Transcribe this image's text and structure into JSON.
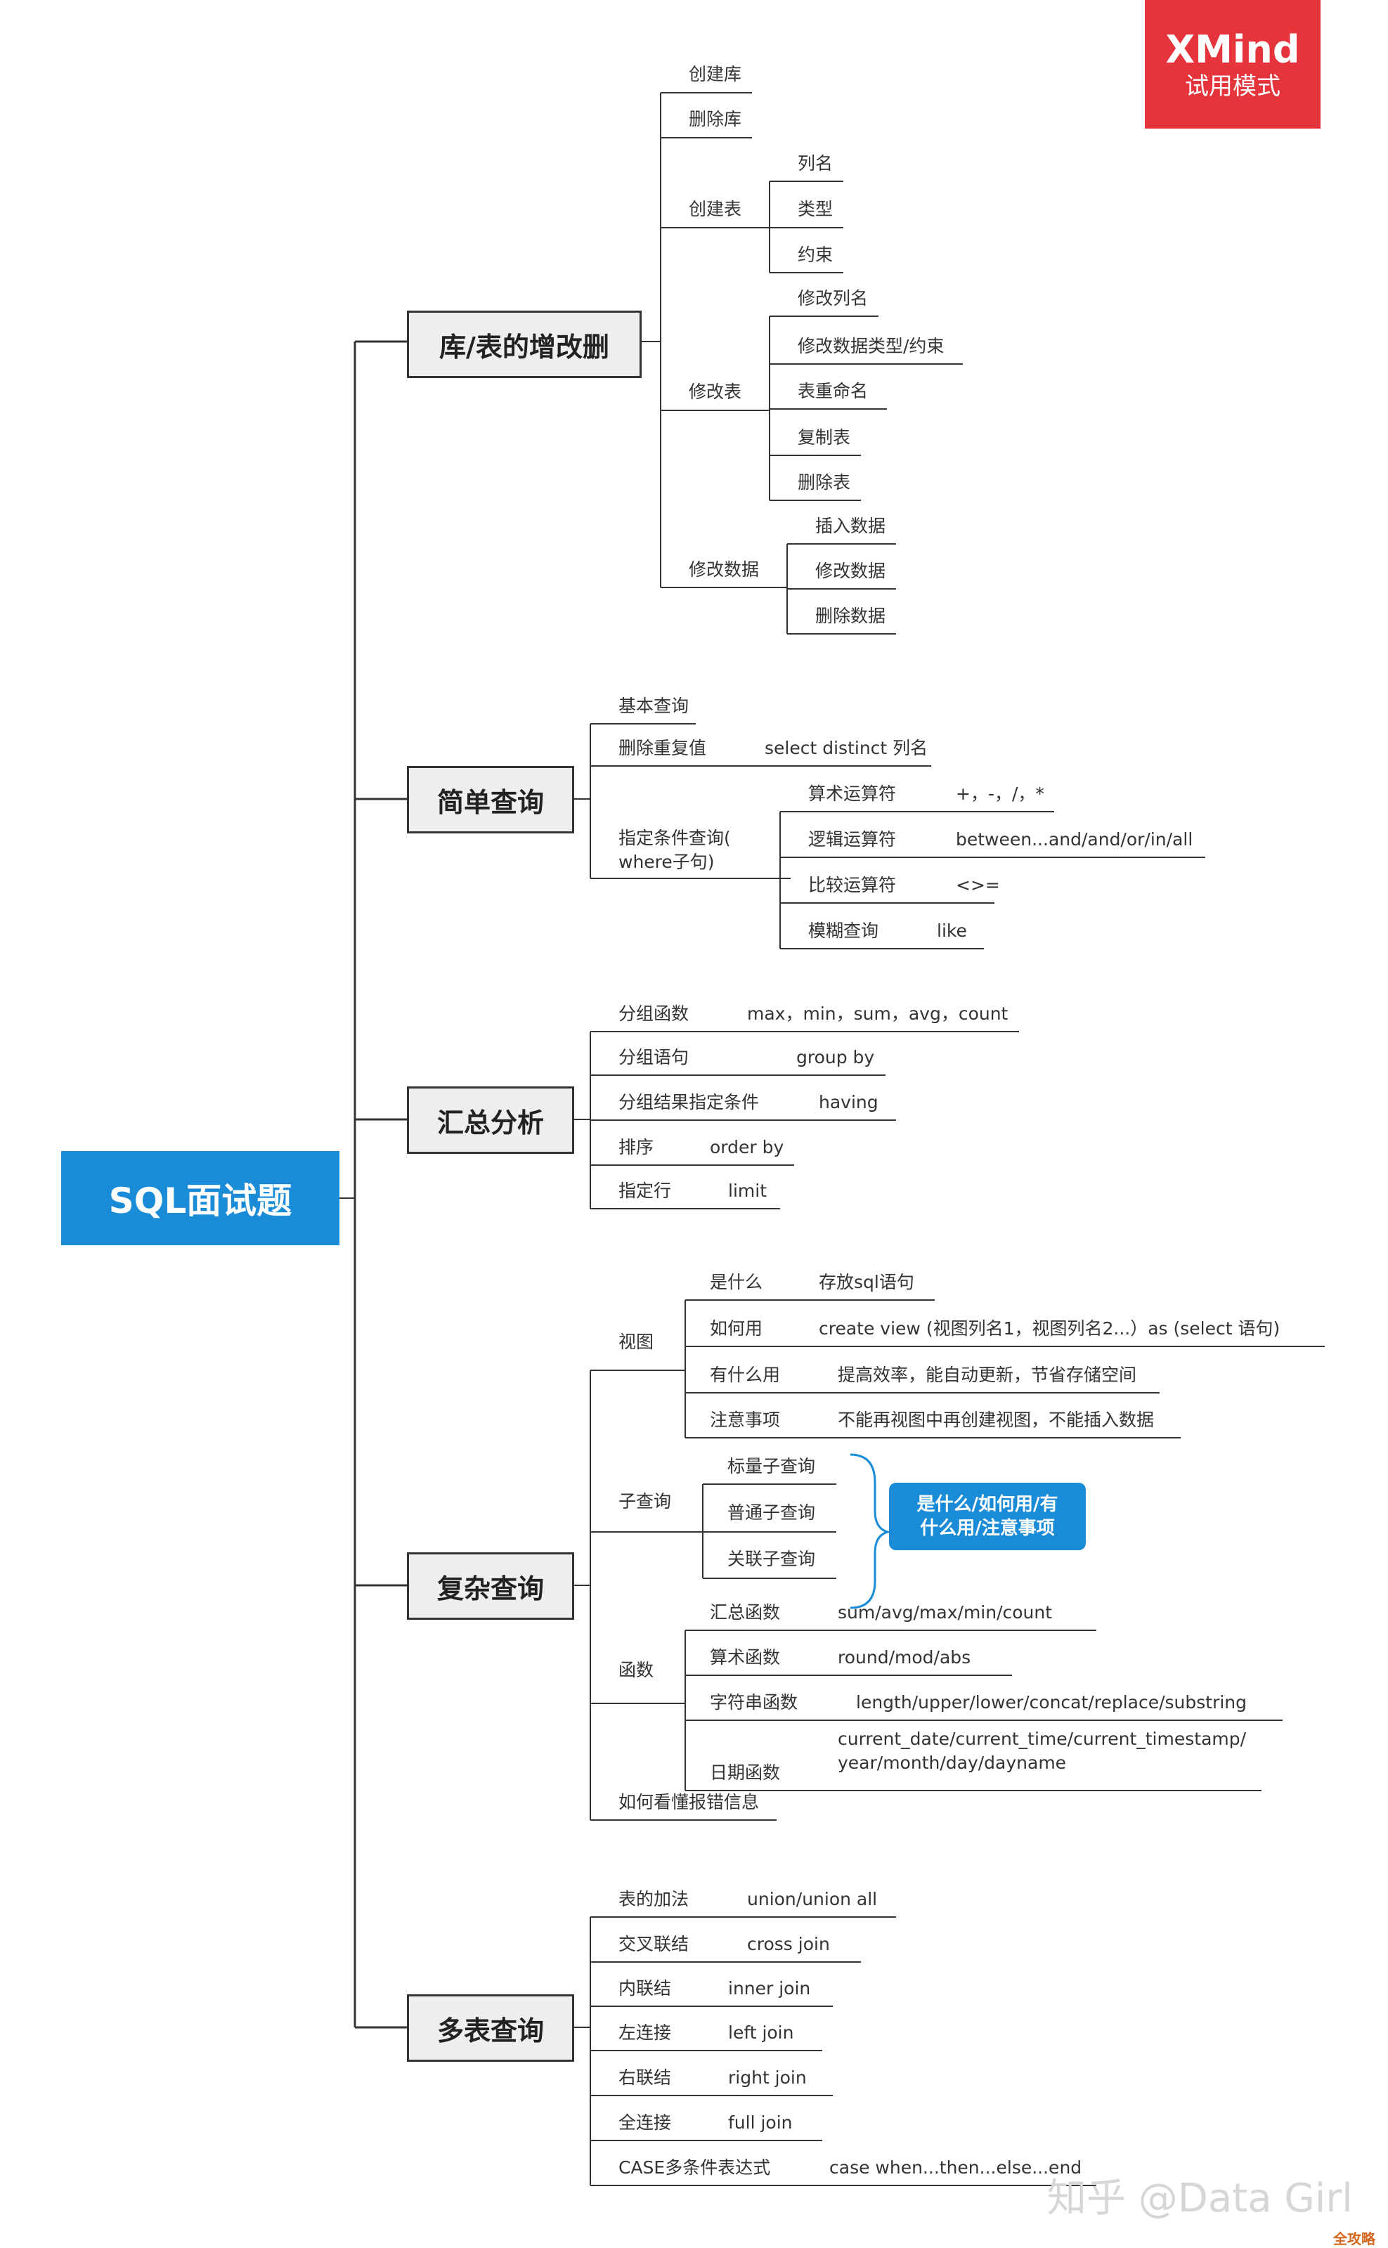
{
  "badge": {
    "title": "XMind",
    "subtitle": "试用模式"
  },
  "root": {
    "label": "SQL面试题"
  },
  "watermark": "知乎 @Data Girl",
  "corner_mark": "全攻略",
  "branches": [
    {
      "label": "库/表的增改删",
      "children": [
        {
          "label": "创建库"
        },
        {
          "label": "删除库"
        },
        {
          "label": "创建表",
          "children": [
            {
              "label": "列名"
            },
            {
              "label": "类型"
            },
            {
              "label": "约束"
            }
          ]
        },
        {
          "label": "修改表",
          "children": [
            {
              "label": "修改列名"
            },
            {
              "label": "修改数据类型/约束"
            },
            {
              "label": "表重命名"
            },
            {
              "label": "复制表"
            },
            {
              "label": "删除表"
            }
          ]
        },
        {
          "label": "修改数据",
          "children": [
            {
              "label": "插入数据"
            },
            {
              "label": "修改数据"
            },
            {
              "label": "删除数据"
            }
          ]
        }
      ]
    },
    {
      "label": "简单查询",
      "children": [
        {
          "label": "基本查询"
        },
        {
          "label": "删除重复值",
          "value": "select distinct 列名"
        },
        {
          "label": "指定条件查询(\nwhere子句)",
          "children": [
            {
              "label": "算术运算符",
              "value": "+，-，/，*"
            },
            {
              "label": "逻辑运算符",
              "value": "between...and/and/or/in/all"
            },
            {
              "label": "比较运算符",
              "value": "<>="
            },
            {
              "label": "模糊查询",
              "value": "like"
            }
          ]
        }
      ]
    },
    {
      "label": "汇总分析",
      "children": [
        {
          "label": "分组函数",
          "value": "max，min，sum，avg，count"
        },
        {
          "label": "分组语句",
          "value": "group by"
        },
        {
          "label": "分组结果指定条件",
          "value": "having"
        },
        {
          "label": "排序",
          "value": "order by"
        },
        {
          "label": "指定行",
          "value": "limit"
        }
      ]
    },
    {
      "label": "复杂查询",
      "children": [
        {
          "label": "视图",
          "children": [
            {
              "label": "是什么",
              "value": "存放sql语句"
            },
            {
              "label": "如何用",
              "value": "create view (视图列名1，视图列名2...）as (select 语句)"
            },
            {
              "label": "有什么用",
              "value": "提高效率，能自动更新，节省存储空间"
            },
            {
              "label": "注意事项",
              "value": "不能再视图中再创建视图，不能插入数据"
            }
          ]
        },
        {
          "label": "子查询",
          "children": [
            {
              "label": "标量子查询"
            },
            {
              "label": "普通子查询"
            },
            {
              "label": "关联子查询"
            }
          ],
          "callout": [
            "是什么/如何用/有",
            "什么用/注意事项"
          ]
        },
        {
          "label": "函数",
          "children": [
            {
              "label": "汇总函数",
              "value": "sum/avg/max/min/count"
            },
            {
              "label": "算术函数",
              "value": "round/mod/abs"
            },
            {
              "label": "字符串函数",
              "value": "length/upper/lower/concat/replace/substring"
            },
            {
              "label": "日期函数",
              "value": "current_date/current_time/current_timestamp/\nyear/month/day/dayname"
            }
          ]
        },
        {
          "label": "如何看懂报错信息"
        }
      ]
    },
    {
      "label": "多表查询",
      "children": [
        {
          "label": "表的加法",
          "value": "union/union all"
        },
        {
          "label": "交叉联结",
          "value": "cross join"
        },
        {
          "label": "内联结",
          "value": "inner join"
        },
        {
          "label": "左连接",
          "value": "left join"
        },
        {
          "label": "右联结",
          "value": "right join"
        },
        {
          "label": "全连接",
          "value": "full join"
        },
        {
          "label": "CASE多条件表达式",
          "value": "case when...then...else...end"
        }
      ]
    }
  ]
}
